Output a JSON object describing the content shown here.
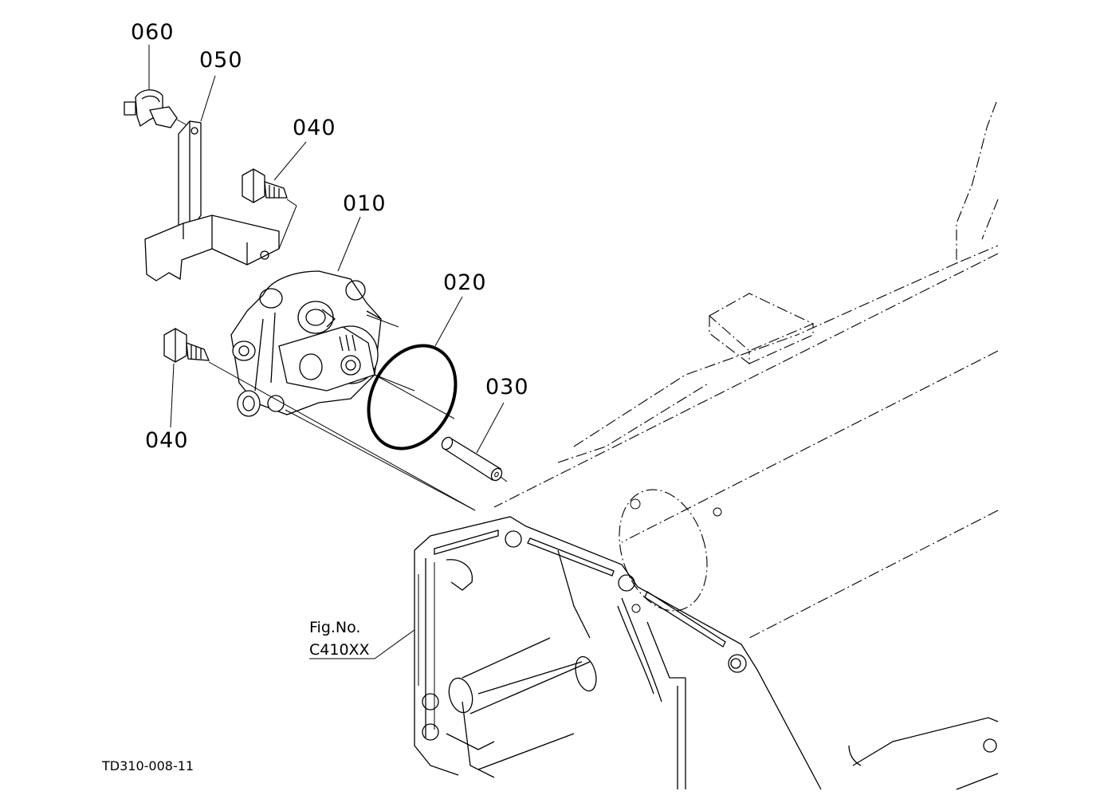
{
  "parts": [
    {
      "id": "p060",
      "label": "060"
    },
    {
      "id": "p050",
      "label": "050"
    },
    {
      "id": "p040a",
      "label": "040"
    },
    {
      "id": "p010",
      "label": "010"
    },
    {
      "id": "p020",
      "label": "020"
    },
    {
      "id": "p030",
      "label": "030"
    },
    {
      "id": "p040b",
      "label": "040"
    }
  ],
  "reference": {
    "line1": "Fig.No.",
    "line2": "C410XX"
  },
  "drawing_code": "TD310-008-11",
  "colors": {
    "ink": "#000000",
    "paper": "#ffffff"
  }
}
